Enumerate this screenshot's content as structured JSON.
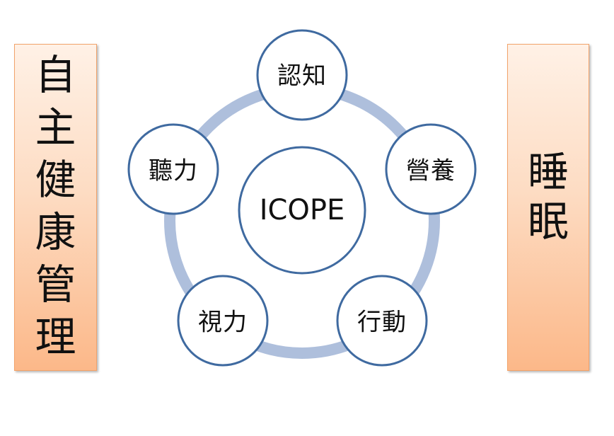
{
  "left_panel": {
    "chars": [
      "自",
      "主",
      "健",
      "康",
      "管",
      "理"
    ]
  },
  "right_panel": {
    "chars": [
      "睡",
      "眠"
    ]
  },
  "diagram": {
    "center": "ICOPE",
    "nodes": [
      {
        "id": "cognition",
        "label": "認知"
      },
      {
        "id": "nutrition",
        "label": "營養"
      },
      {
        "id": "mobility",
        "label": "行動"
      },
      {
        "id": "vision",
        "label": "視力"
      },
      {
        "id": "hearing",
        "label": "聽力"
      }
    ],
    "colors": {
      "node_border": "#3f6aa0",
      "ring": "#aebfdc",
      "panel_border": "#f2a36b",
      "panel_top": "#fff1e6",
      "panel_bottom": "#fcb889"
    }
  }
}
